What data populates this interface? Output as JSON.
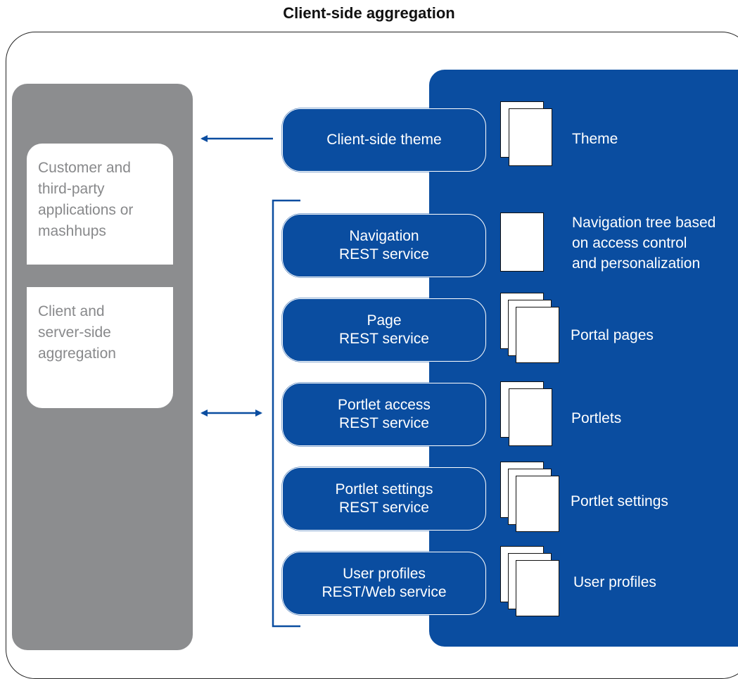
{
  "title": "Client-side aggregation",
  "left_panel": {
    "box1_lines": [
      "Customer and",
      "third-party",
      "applications or",
      "mashhups"
    ],
    "box2_lines": [
      "Client and",
      "server-side",
      "aggregation"
    ]
  },
  "services": [
    {
      "lines": [
        "Client-side theme"
      ],
      "doc_count": 2,
      "label_lines": [
        "Theme"
      ]
    },
    {
      "lines": [
        "Navigation",
        "REST service"
      ],
      "doc_count": 1,
      "label_lines": [
        "Navigation tree based",
        "on access control",
        "and personalization"
      ]
    },
    {
      "lines": [
        "Page",
        "REST service"
      ],
      "doc_count": 3,
      "label_lines": [
        "Portal pages"
      ]
    },
    {
      "lines": [
        "Portlet access",
        "REST service"
      ],
      "doc_count": 2,
      "label_lines": [
        "Portlets"
      ]
    },
    {
      "lines": [
        "Portlet settings",
        "REST service"
      ],
      "doc_count": 3,
      "label_lines": [
        "Portlet settings"
      ]
    },
    {
      "lines": [
        "User profiles",
        "REST/Web service"
      ],
      "doc_count": 3,
      "label_lines": [
        "User profiles"
      ]
    }
  ],
  "colors": {
    "blue": "#0a4da0",
    "gray": "#8c8d8f",
    "gray_text": "#88898b"
  }
}
